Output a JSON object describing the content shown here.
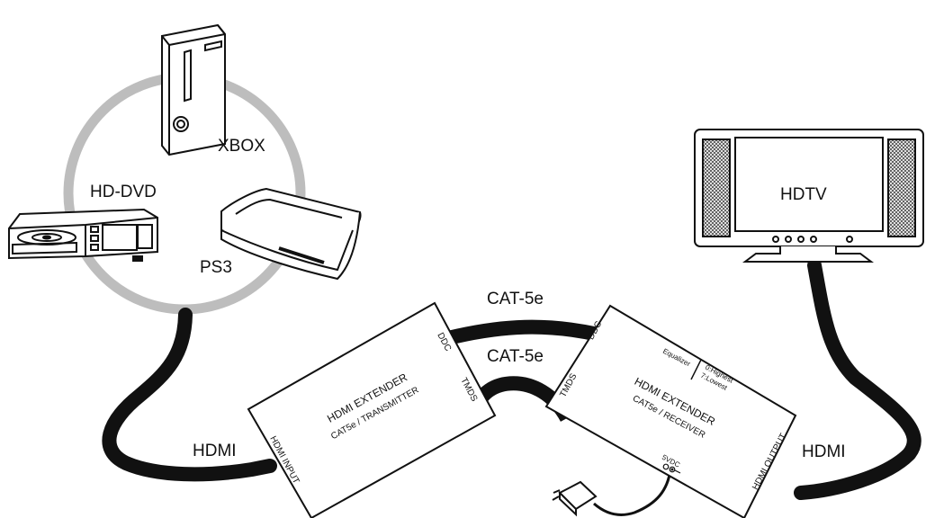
{
  "devices": {
    "xbox": "XBOX",
    "hddvd": "HD-DVD",
    "ps3": "PS3",
    "hdtv": "HDTV"
  },
  "cables": {
    "cat_top": "CAT-5e",
    "cat_bottom": "CAT-5e",
    "hdmi_left": "HDMI",
    "hdmi_right": "HDMI"
  },
  "transmitter": {
    "title": "HDMI EXTENDER",
    "subtitle": "CAT5e / TRANSMITTER",
    "port_ddc": "DDC",
    "port_tmds": "TMDS",
    "port_input": "HDMI INPUT"
  },
  "receiver": {
    "title": "HDMI EXTENDER",
    "subtitle": "CAT5e / RECEIVER",
    "port_ddc": "DDC",
    "port_tmds": "TMDS",
    "port_output": "HDMI OUTPUT",
    "equalizer_label": "Equalizer",
    "equalizer_high": "0:Highest",
    "equalizer_low": "7:Lowest",
    "power_label": "5VDC"
  },
  "colors": {
    "ring": "#bdbdbd",
    "cable": "#111111",
    "line": "#111111",
    "speaker": "#555555"
  }
}
